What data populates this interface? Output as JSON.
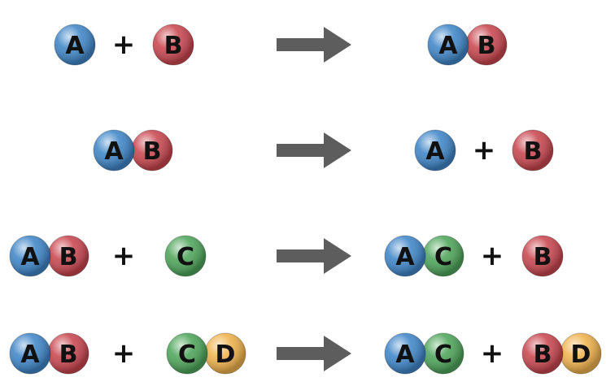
{
  "colors": {
    "A": "#3f86c8",
    "B": "#c9464f",
    "C": "#4ea55a",
    "D": "#f0b24c",
    "arrow": "#5d5d5d",
    "plus": "#111111"
  },
  "plus_sign": "+",
  "reactions": [
    {
      "type": "synthesis",
      "reactants": [
        [
          "A"
        ],
        [
          "B"
        ]
      ],
      "products": [
        [
          "A",
          "B"
        ]
      ]
    },
    {
      "type": "decomposition",
      "reactants": [
        [
          "A",
          "B"
        ]
      ],
      "products": [
        [
          "A"
        ],
        [
          "B"
        ]
      ]
    },
    {
      "type": "single-replacement",
      "reactants": [
        [
          "A",
          "B"
        ],
        [
          "C"
        ]
      ],
      "products": [
        [
          "A",
          "C"
        ],
        [
          "B"
        ]
      ]
    },
    {
      "type": "double-replacement",
      "reactants": [
        [
          "A",
          "B"
        ],
        [
          "C",
          "D"
        ]
      ],
      "products": [
        [
          "A",
          "C"
        ],
        [
          "B",
          "D"
        ]
      ]
    }
  ]
}
